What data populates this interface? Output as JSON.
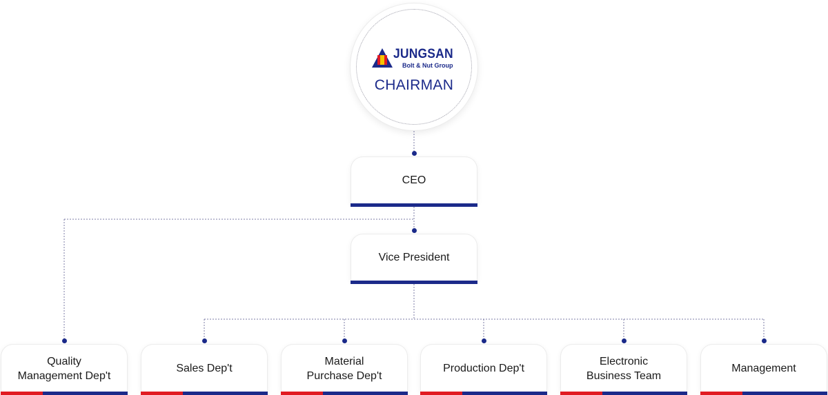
{
  "chairman": {
    "logo_name": "JUNGSAN",
    "logo_tagline": "Bolt & Nut Group",
    "title": "CHAIRMAN"
  },
  "ceo": {
    "label": "CEO"
  },
  "vice_president": {
    "label": "Vice President"
  },
  "departments": [
    {
      "label": "Quality\nManagement Dep't"
    },
    {
      "label": "Sales Dep't"
    },
    {
      "label": "Material\nPurchase Dep't"
    },
    {
      "label": "Production Dep't"
    },
    {
      "label": "Electronic\nBusiness Team"
    },
    {
      "label": "Management"
    }
  ],
  "colors": {
    "navy": "#1b2a8a",
    "red": "#e11b22",
    "connector": "#7b7ba6"
  }
}
